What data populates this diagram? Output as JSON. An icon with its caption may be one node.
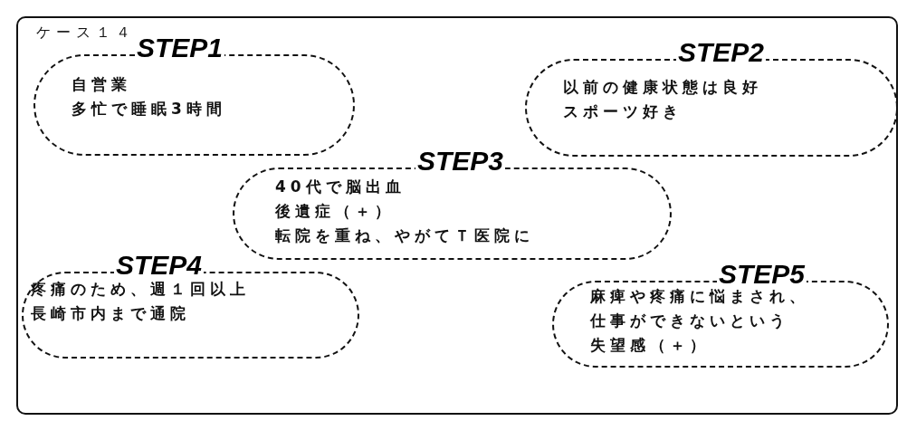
{
  "diagram": {
    "nodes": [
      {
        "text": [
          "ケース１４"
        ]
      },
      {
        "text": [
          "STEP1",
          "自営業",
          "多忙で睡眠3時間"
        ],
        "in": 0
      },
      {
        "text": [
          "STEP2",
          "以前の健康状態は良好",
          "スポーツ好き"
        ],
        "in": 0
      },
      {
        "text": [
          "STEP3",
          "40代で脳出血",
          "後遺症（＋）",
          "転院を重ね、やがてＴ医院に"
        ],
        "in": 0
      },
      {
        "text": [
          "STEP4",
          "疼痛のため、週１回以上",
          "長崎市内まで通院"
        ],
        "in": 0
      },
      {
        "text": [
          "STEP5",
          "麻痺や疼痛に悩まされ、",
          "仕事ができないという",
          "失望感（＋）"
        ],
        "in": 0
      }
    ],
    "edges": []
  }
}
